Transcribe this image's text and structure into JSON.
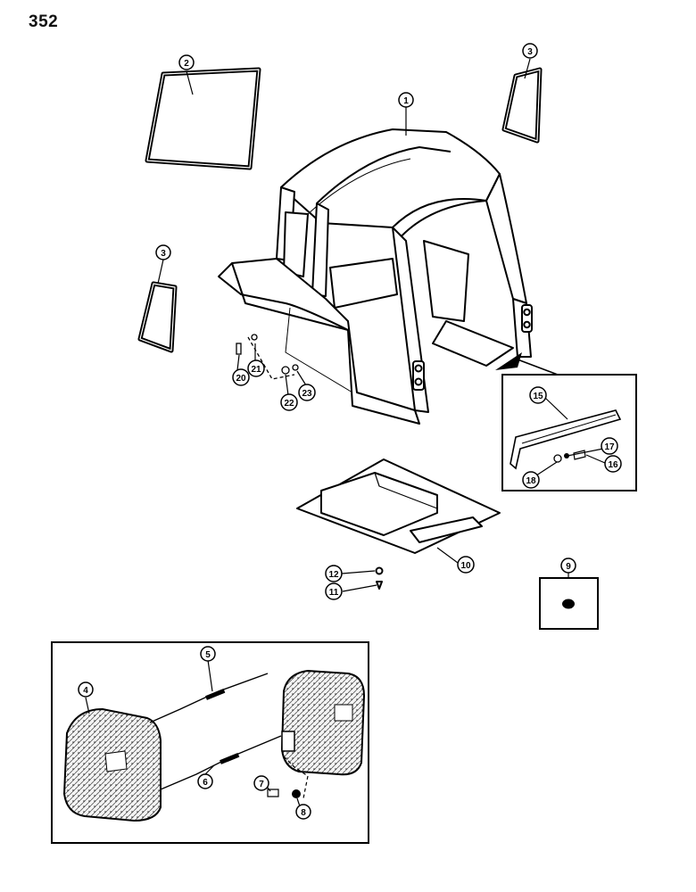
{
  "page_number": "352",
  "callouts": [
    {
      "id": "c1",
      "label": "1"
    },
    {
      "id": "c2",
      "label": "2"
    },
    {
      "id": "c3a",
      "label": "3"
    },
    {
      "id": "c3b",
      "label": "3"
    },
    {
      "id": "c4",
      "label": "4"
    },
    {
      "id": "c5",
      "label": "5"
    },
    {
      "id": "c6",
      "label": "6"
    },
    {
      "id": "c7",
      "label": "7"
    },
    {
      "id": "c8",
      "label": "8"
    },
    {
      "id": "c9",
      "label": "9"
    },
    {
      "id": "c10",
      "label": "10"
    },
    {
      "id": "c11",
      "label": "11"
    },
    {
      "id": "c12",
      "label": "12"
    },
    {
      "id": "c15",
      "label": "15"
    },
    {
      "id": "c16",
      "label": "16"
    },
    {
      "id": "c17",
      "label": "17"
    },
    {
      "id": "c18",
      "label": "18"
    },
    {
      "id": "c20",
      "label": "20"
    },
    {
      "id": "c21",
      "label": "21"
    },
    {
      "id": "c22",
      "label": "22"
    },
    {
      "id": "c23",
      "label": "23"
    }
  ]
}
